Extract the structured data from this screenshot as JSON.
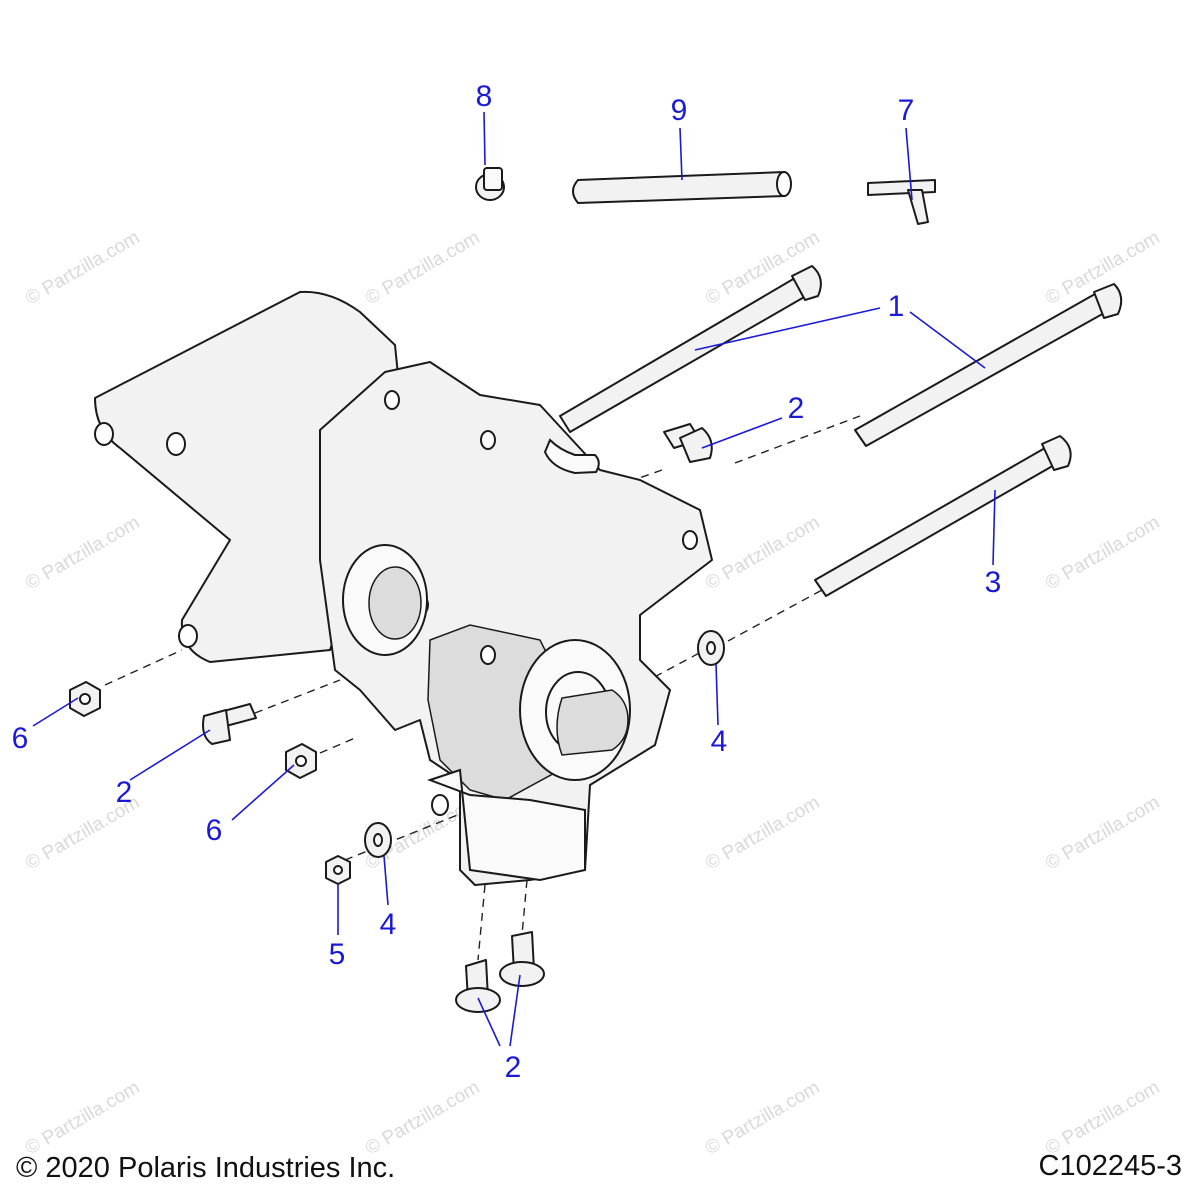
{
  "diagram": {
    "callouts": [
      {
        "id": "c8",
        "label": "8"
      },
      {
        "id": "c9",
        "label": "9"
      },
      {
        "id": "c7",
        "label": "7"
      },
      {
        "id": "c1",
        "label": "1"
      },
      {
        "id": "c2a",
        "label": "2"
      },
      {
        "id": "c3",
        "label": "3"
      },
      {
        "id": "c4a",
        "label": "4"
      },
      {
        "id": "c6a",
        "label": "6"
      },
      {
        "id": "c2b",
        "label": "2"
      },
      {
        "id": "c6b",
        "label": "6"
      },
      {
        "id": "c4b",
        "label": "4"
      },
      {
        "id": "c5",
        "label": "5"
      },
      {
        "id": "c2c",
        "label": "2"
      }
    ],
    "watermark_text": "© Partzilla.com",
    "colors": {
      "callout": "#1a1ad6",
      "line": "#1a1a1a",
      "part_fill": "#f2f2f2",
      "watermark": "#d9d9d9"
    }
  },
  "footer": {
    "copyright": "© 2020 Polaris Industries Inc.",
    "figure_id": "C102245-3"
  }
}
